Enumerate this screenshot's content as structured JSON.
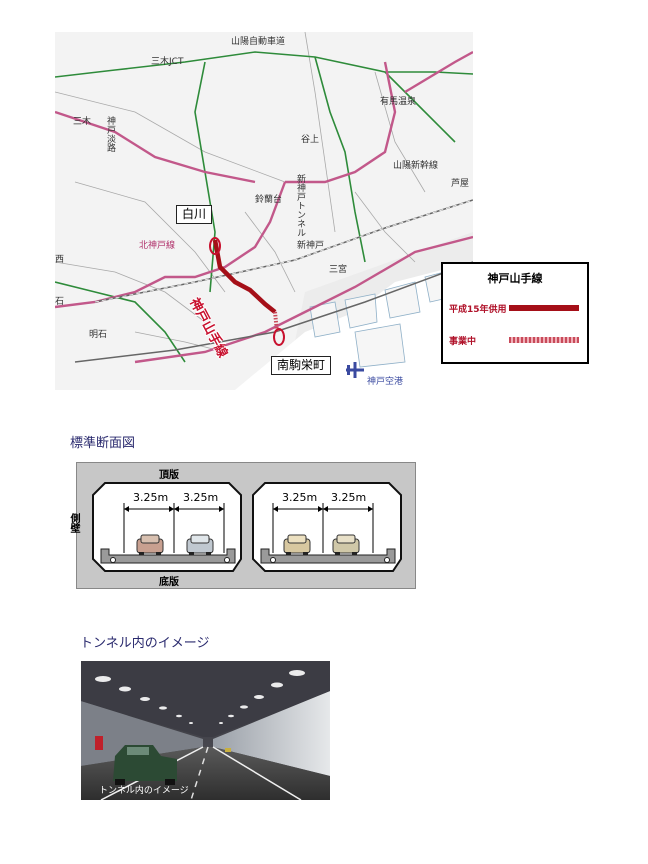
{
  "map": {
    "labels": {
      "sanyo_expressway": "山陽自動車道",
      "miki_jct": "三木JCT",
      "arima_onsen": "有馬温泉",
      "miki": "三木",
      "kobe_awaji": "神戸淡路",
      "taniue": "谷上",
      "sanyo_shinkansen": "山陽新幹線",
      "ashiya": "芦屋",
      "suzurandai": "鈴蘭台",
      "shinkobe_tunnel": "新神戸トンネル",
      "shinkobe": "新神戸",
      "kita_kobe_line": "北神戸線",
      "sannomiya": "三宮",
      "seki": "石",
      "akashi": "明石",
      "kobe_airport": "神戸空港",
      "nishi": "西"
    },
    "shirakawa": "白川",
    "minamikomae": "南駒栄町",
    "route_name": "神戸山手線",
    "legend": {
      "title": "神戸山手線",
      "in_service": "平成15年供用",
      "under_construction": "事業中"
    }
  },
  "cross_section": {
    "heading": "標準断面図",
    "top_slab": "頂版",
    "side_wall": "側壁",
    "bottom_slab": "底版",
    "lane_widths": [
      "3.25m",
      "3.25m",
      "3.25m",
      "3.25m"
    ]
  },
  "tunnel_image": {
    "heading": "トンネル内のイメージ",
    "caption": "トンネル内のイメージ"
  },
  "colors": {
    "route_in_service": "#a50f18",
    "route_construction": "#c84a5a",
    "expressway": "#2e8b3a",
    "highway_pink": "#c2588a",
    "railway": "#666666"
  }
}
